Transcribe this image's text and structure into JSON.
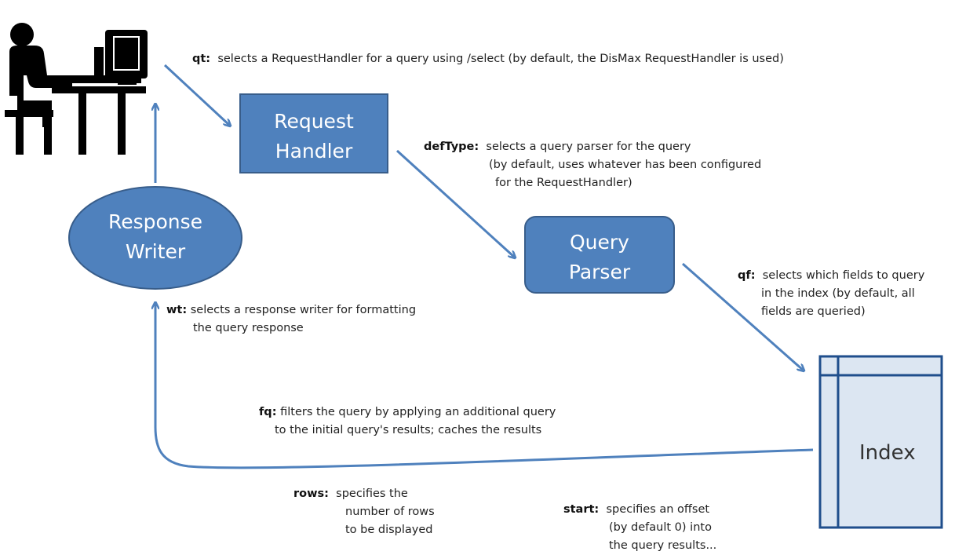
{
  "colors": {
    "box_fill": "#4f81bd",
    "box_stroke": "#385d8a",
    "arrow": "#4f81bd",
    "index_fill": "#dce6f2",
    "index_stroke": "#1f4e8c",
    "user_icon": "#000000"
  },
  "icons": {
    "user": "person-at-computer-icon"
  },
  "nodes": {
    "request_handler": {
      "line1": "Request",
      "line2": "Handler"
    },
    "query_parser": {
      "line1": "Query",
      "line2": "Parser"
    },
    "response_writer": {
      "line1": "Response",
      "line2": "Writer"
    },
    "index": {
      "label": "Index"
    }
  },
  "annotations": {
    "qt": {
      "key": "qt:",
      "text": "selects a RequestHandler for a query using /select (by default, the DisMax RequestHandler is used)"
    },
    "deftype": {
      "key": "defType:",
      "line1": "selects a query parser for the query",
      "line2": "(by default, uses whatever has been configured",
      "line3": "for the RequestHandler)"
    },
    "qf": {
      "key": "qf:",
      "line1": "selects which fields to query",
      "line2": "in the index (by default, all",
      "line3": "fields are queried)"
    },
    "wt": {
      "key": "wt:",
      "line1": "selects a response writer for formatting",
      "line2": "the query response"
    },
    "fq": {
      "key": "fq:",
      "line1": "filters the query by applying an additional query",
      "line2": "to the initial query's results; caches the results"
    },
    "rows": {
      "key": "rows:",
      "line1": "specifies the",
      "line2": "number of rows",
      "line3": "to be displayed"
    },
    "start": {
      "key": "start:",
      "line1": "specifies an offset",
      "line2": "(by default 0) into",
      "line3": "the query results..."
    }
  }
}
